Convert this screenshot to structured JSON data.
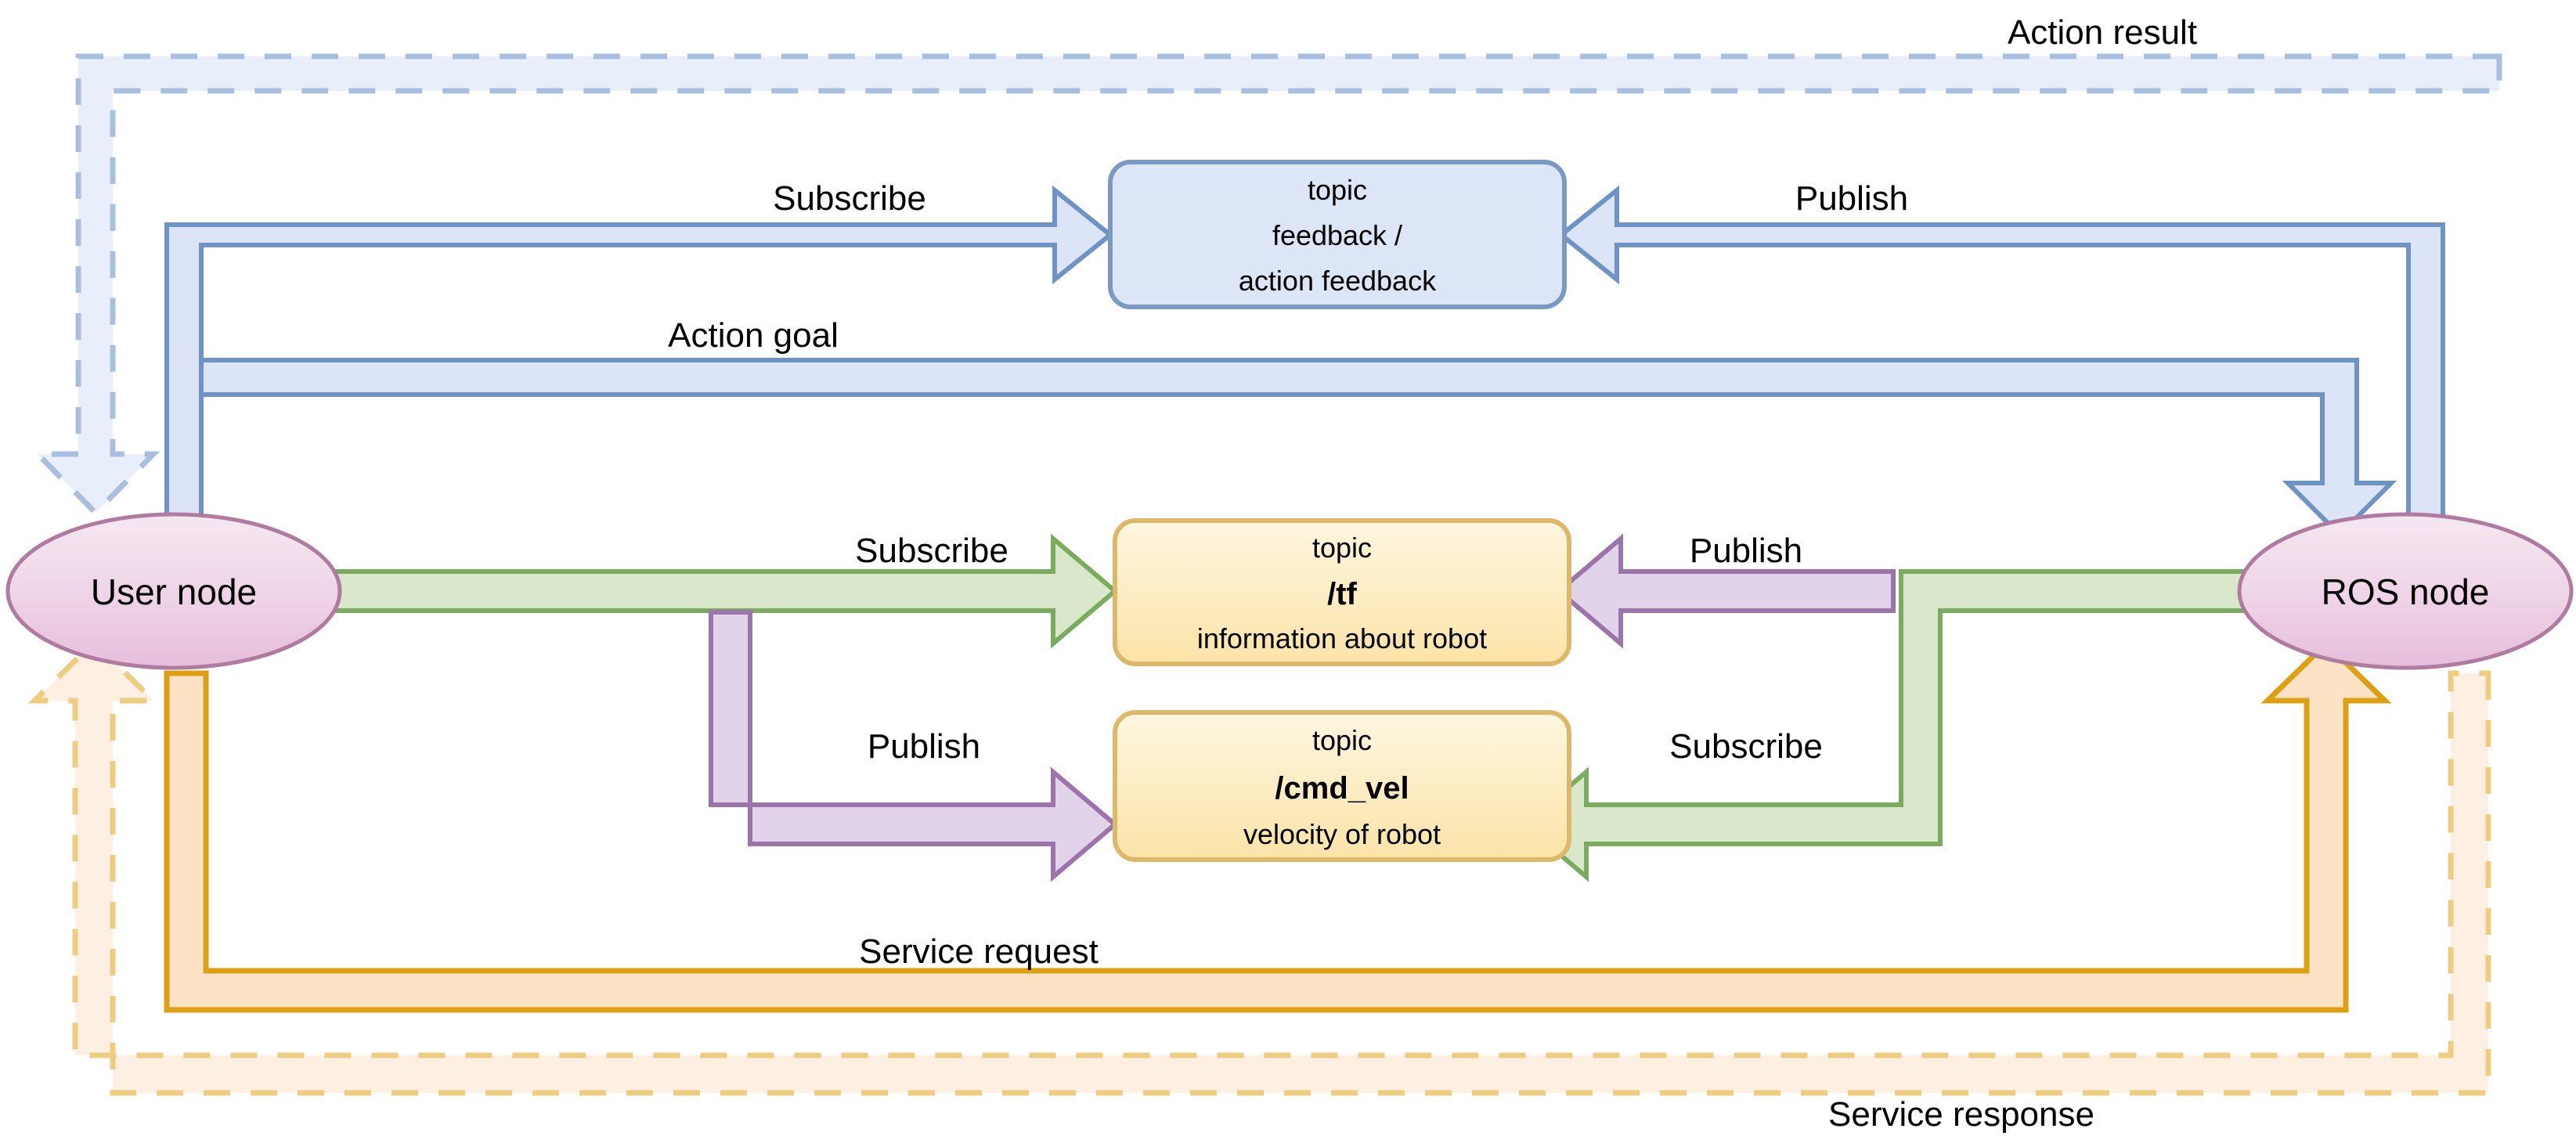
{
  "diagram": {
    "title_hidden": "",
    "nodes": [
      {
        "id": "user-node",
        "label": "User node"
      },
      {
        "id": "ros-node",
        "label": "ROS node"
      }
    ],
    "topics": [
      {
        "id": "topic-feedback",
        "line1": "topic",
        "line2": "feedback /",
        "line3": "action feedback",
        "fill": "#dce6f6",
        "stroke": "#7a9ac4"
      },
      {
        "id": "topic-tf",
        "line1": "topic",
        "line2": "/tf",
        "line3": "information about robot",
        "fill": "#fdeec0",
        "stroke": "#ddb86a"
      },
      {
        "id": "topic-cmd-vel",
        "line1": "topic",
        "line2": "/cmd_vel",
        "line3": "velocity of robot",
        "fill": "#fdeec0",
        "stroke": "#ddb86a"
      }
    ],
    "labels": {
      "action_result": "Action result",
      "subscribe_feedback": "Subscribe",
      "publish_feedback": "Publish",
      "action_goal": "Action goal",
      "subscribe_tf": "Subscribe",
      "publish_tf": "Publish",
      "publish_cmdvel": "Publish",
      "subscribe_cmdvel": "Subscribe",
      "service_request": "Service request",
      "service_response": "Service response"
    },
    "colors": {
      "node_fill_top": "#f3e3ee",
      "node_fill_bottom": "#e8c2da",
      "node_stroke": "#b07ba0",
      "blue_fill": "#dbe5f7",
      "blue_stroke": "#6f93c4",
      "blue_dashed_fill": "#e8effb",
      "blue_dashed_stroke": "#a8bfe0",
      "green_fill": "#d9e8cb",
      "green_stroke": "#7aab5e",
      "purple_fill": "#e1d4ea",
      "purple_stroke": "#9a74ab",
      "orange_fill": "#fde3c6",
      "orange_stroke": "#dda012",
      "orange_dashed_fill": "#fdf0e3",
      "orange_dashed_stroke": "#efcd80",
      "text": "#000000",
      "background": "#ffffff"
    }
  }
}
